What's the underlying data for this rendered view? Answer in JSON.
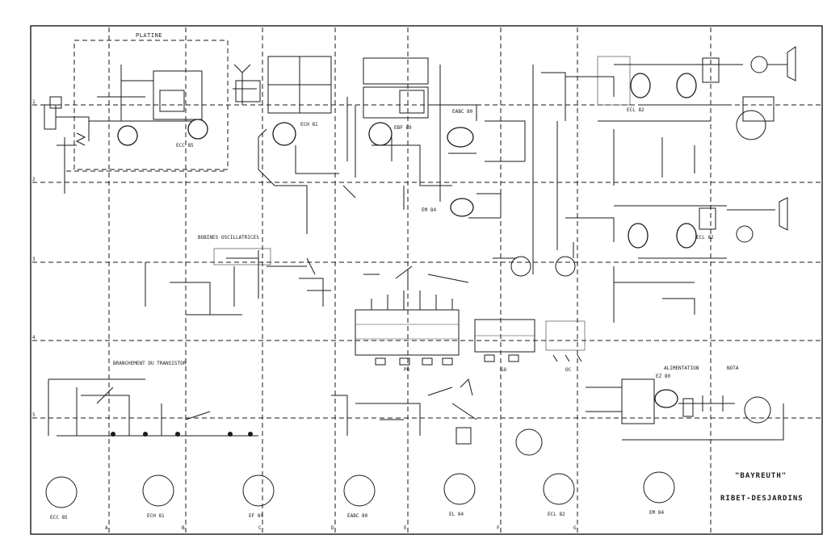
{
  "drawing": {
    "title": "\"BAYREUTH\"",
    "brand": "RIBET-DESJARDINS",
    "row_markers": [
      "1",
      "2",
      "3",
      "4",
      "5"
    ],
    "column_markers": [
      "A",
      "B",
      "C",
      "D",
      "E",
      "F",
      "G"
    ]
  },
  "sections": {
    "platine": "PLATINE",
    "bobines": "BOBINES OSCILLATRICES",
    "branchement": "BRANCHEMENT DU TRANSISTOR",
    "alimentation": "ALIMENTATION",
    "note": "NOTA"
  },
  "tubes": {
    "ecc85": "ECC 85",
    "ech81": "ECH 81",
    "ebf89": "EBF 89",
    "ecl82_a": "ECL 82",
    "ecl82_b": "ECL 82",
    "ez80": "EZ 80",
    "em84": "EM 84",
    "eabc80": "EABC 80"
  },
  "sockets": [
    {
      "name": "ECC 85",
      "col": "A"
    },
    {
      "name": "ECH 81",
      "col": "B"
    },
    {
      "name": "EF 89",
      "col": "C"
    },
    {
      "name": "EABC 80",
      "col": "D"
    },
    {
      "name": "EL 84",
      "col": "E"
    },
    {
      "name": "ECL 82",
      "col": "F"
    },
    {
      "name": "EM 84",
      "col": "G"
    }
  ],
  "switchbanks": {
    "left": "PO",
    "mid": "GO",
    "right": "OC"
  },
  "colors": {
    "ink": "#1a1a1a",
    "paper": "#ffffff"
  }
}
